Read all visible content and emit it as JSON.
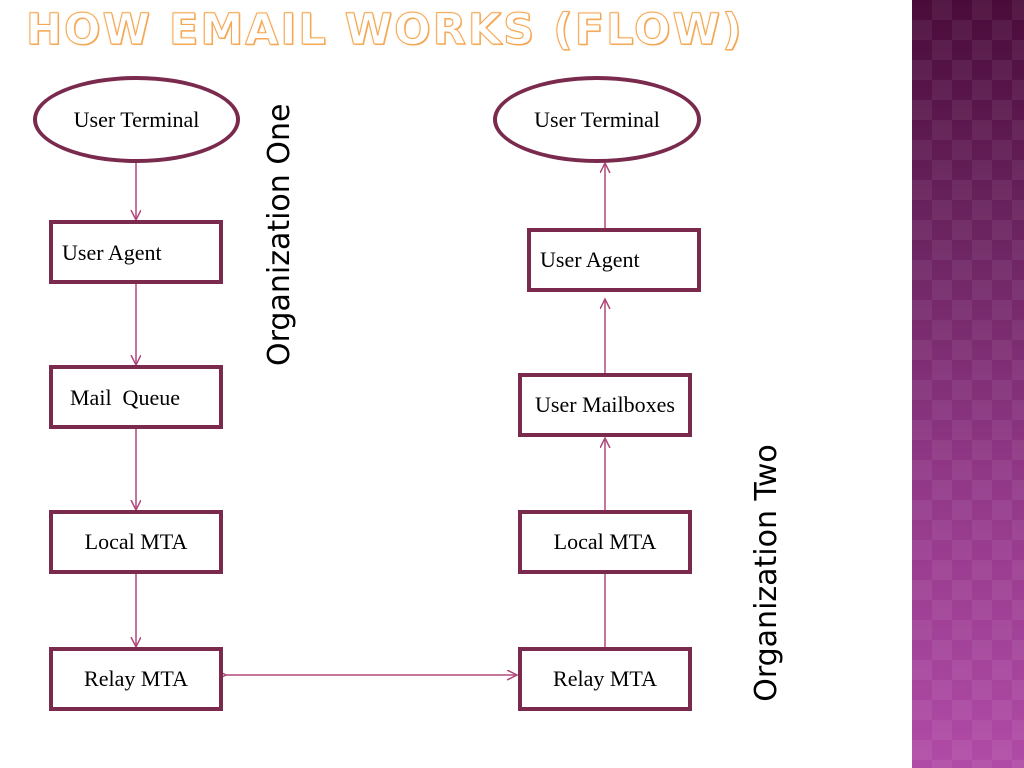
{
  "title": "How Email Works (Flow)",
  "organizations": {
    "one": "Organization One",
    "two": "Organization Two"
  },
  "org_one_nodes": {
    "user_terminal": "User Terminal",
    "user_agent": "User Agent",
    "mail_queue": "Mail  Queue",
    "local_mta": "Local MTA",
    "relay_mta": "Relay MTA"
  },
  "org_two_nodes": {
    "user_terminal": "User Terminal",
    "user_agent": "User Agent",
    "user_mailboxes": "User Mailboxes",
    "local_mta": "Local MTA",
    "relay_mta": "Relay MTA"
  },
  "colors": {
    "title_orange": "#f3a653",
    "node_border": "#7a2a4c",
    "arrow": "#b0487a",
    "panel": "#7a2a6e"
  }
}
